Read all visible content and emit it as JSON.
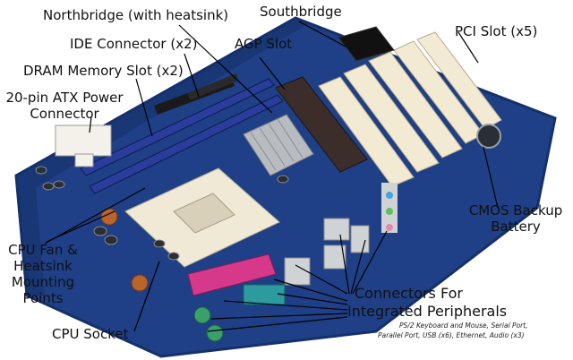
{
  "labels": {
    "northbridge": "Northbridge (with heatsink)",
    "southbridge": "Southbridge",
    "ide": "IDE Connector (x2)",
    "agp": "AGP Slot",
    "pci": "PCI Slot (x5)",
    "dram": "DRAM Memory Slot (x2)",
    "atx_line1": "20-pin ATX Power",
    "atx_line2": "Connector",
    "cmos_line1": "CMOS Backup",
    "cmos_line2": "Battery",
    "cpufan_line1": "CPU Fan &",
    "cpufan_line2": "Heatsink",
    "cpufan_line3": "Mounting",
    "cpufan_line4": "Points",
    "cpusocket": "CPU Socket",
    "connectors_line1": "Connectors For",
    "connectors_line2": "Integrated Peripherals",
    "peripherals_line1": "PS/2 Keyboard and Mouse, Serial Port,",
    "peripherals_line2": "Parallel Port, USB (x6), Ethernet, Audio (x3)"
  },
  "colors": {
    "board": "#1f3f86",
    "board_dark": "#15306a",
    "slot_blue": "#2a3d9a",
    "pci_slot": "#f2ead3",
    "agp_slot": "#3b2e2a",
    "socket": "#efe9d6",
    "heatsink": "#b8bcc0",
    "parallel_port": "#d6388a",
    "serial_port": "#2c9a9e",
    "ps2_port": "#3aa06b",
    "leader_line": "#000000"
  }
}
